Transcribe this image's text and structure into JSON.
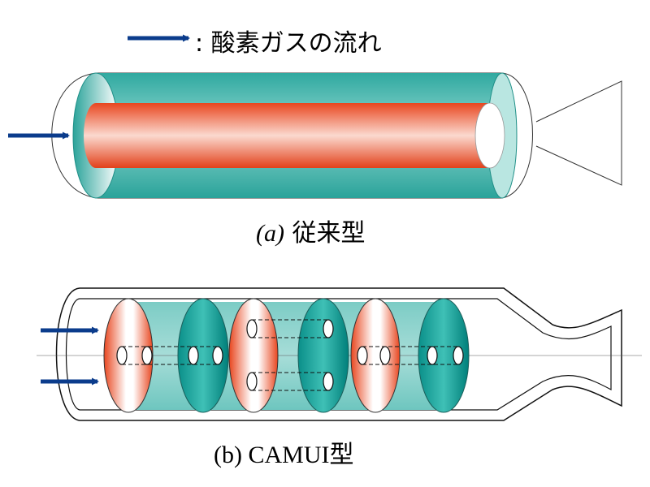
{
  "legend": {
    "text": ": 酸素ガスの流れ",
    "arrow_color": "#0b3c8c"
  },
  "diagram_a": {
    "caption_prefix": "(a)",
    "caption_suffix": " 従来型"
  },
  "diagram_b": {
    "caption": "(b) CAMUI型"
  },
  "colors": {
    "teal": "#3fb6ad",
    "teal_dark": "#008a85",
    "red": "#e8461f",
    "arrow": "#0b3c8c"
  }
}
